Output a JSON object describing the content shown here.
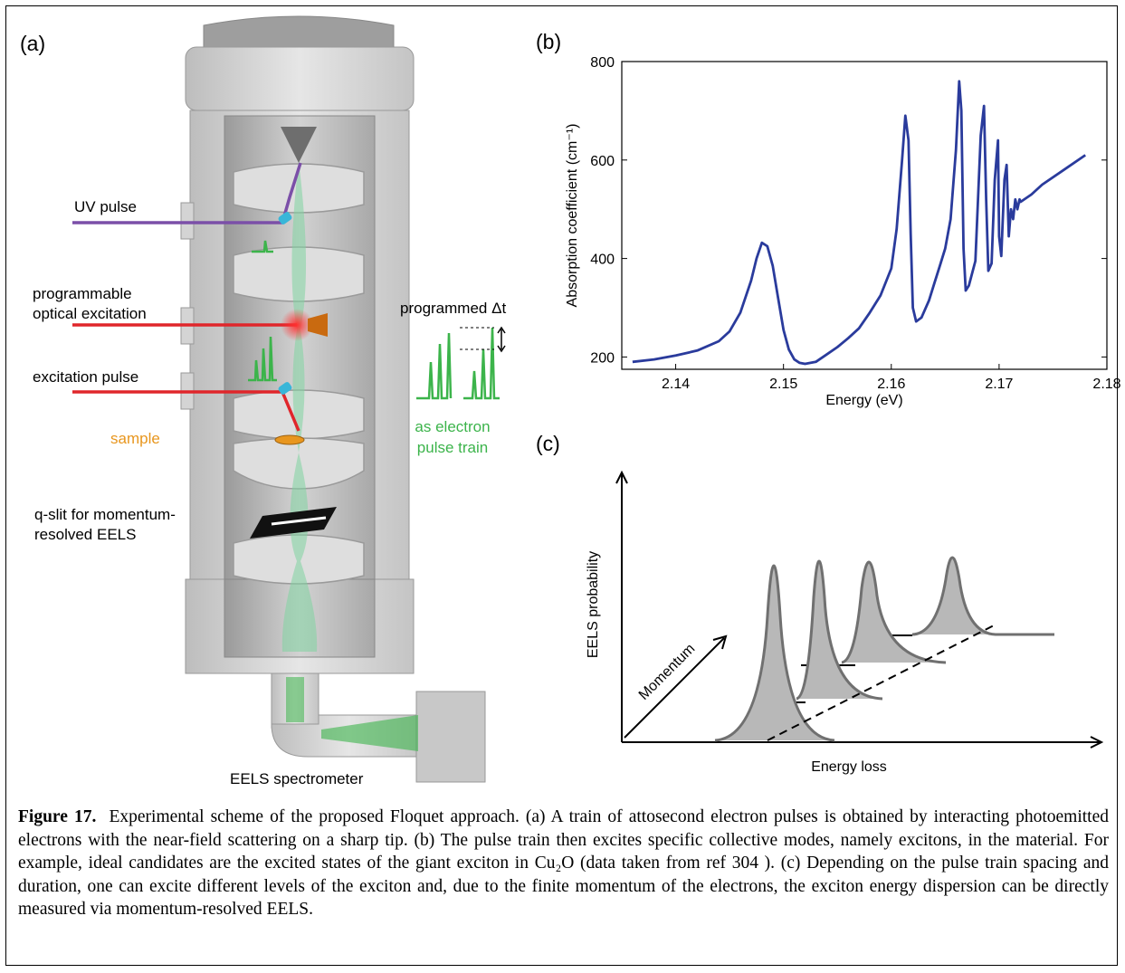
{
  "panel_a": {
    "label": "(a)",
    "uv_pulse": "UV pulse",
    "prog_line1": "programmable",
    "prog_line2": "optical excitation",
    "excitation_pulse": "excitation pulse",
    "sample": "sample",
    "qslit_line1": "q-slit for momentum-",
    "qslit_line2": "resolved EELS",
    "programmed_dt": "programmed Δt",
    "train_line1": "as electron",
    "train_line2": "pulse train",
    "spectrometer": "EELS spectrometer",
    "colors": {
      "uv": "#7b4fa8",
      "red": "#e0262b",
      "green": "#3cb44b",
      "sample": "#e8961e",
      "gray": "#c8c8c8"
    }
  },
  "panel_b": {
    "label": "(b)",
    "chart_data": {
      "type": "line",
      "xlabel": "Energy (eV)",
      "ylabel": "Absorption coefficient (cm⁻¹)",
      "xlim": [
        2.135,
        2.18
      ],
      "ylim": [
        175,
        800
      ],
      "xticks": [
        "2.14",
        "2.15",
        "2.16",
        "2.17",
        "2.18"
      ],
      "yticks": [
        "200",
        "400",
        "600",
        "800"
      ],
      "color": "#2a3b9c",
      "series": [
        {
          "x": [
            2.136,
            2.138,
            2.14,
            2.142,
            2.144,
            2.145,
            2.146,
            2.147,
            2.1475,
            2.148,
            2.1485,
            2.149,
            2.1495,
            2.15,
            2.1505,
            2.151,
            2.1515,
            2.152,
            2.153,
            2.154,
            2.155,
            2.156,
            2.157,
            2.158,
            2.159,
            2.16,
            2.1605,
            2.161,
            2.1613,
            2.1616,
            2.1618,
            2.162,
            2.1623,
            2.1628,
            2.1635,
            2.164,
            2.1645,
            2.165,
            2.1655,
            2.166,
            2.1663,
            2.1665,
            2.1667,
            2.1669,
            2.1672,
            2.1678,
            2.1683,
            2.1686,
            2.1688,
            2.169,
            2.1693,
            2.1696,
            2.1699,
            2.17,
            2.1702,
            2.1705,
            2.1707,
            2.1709,
            2.1711,
            2.1713,
            2.1715,
            2.1717,
            2.1719,
            2.172,
            2.173,
            2.174,
            2.176,
            2.178
          ],
          "y": [
            190,
            195,
            203,
            213,
            232,
            252,
            290,
            355,
            400,
            432,
            425,
            385,
            320,
            255,
            215,
            195,
            188,
            186,
            190,
            205,
            220,
            238,
            258,
            290,
            325,
            380,
            460,
            600,
            690,
            640,
            450,
            300,
            272,
            280,
            315,
            350,
            385,
            420,
            480,
            620,
            760,
            700,
            420,
            335,
            345,
            395,
            650,
            710,
            520,
            375,
            390,
            560,
            640,
            445,
            405,
            560,
            590,
            445,
            500,
            480,
            520,
            500,
            520,
            515,
            530,
            550,
            580,
            610
          ]
        }
      ]
    }
  },
  "panel_c": {
    "label": "(c)",
    "xlabel": "Energy loss",
    "ylabel": "EELS probability",
    "momentum": "Momentum"
  },
  "caption": {
    "bold": "Figure 17.",
    "text": "Experimental scheme of the proposed Floquet approach. (a) A train of attosecond electron pulses is obtained by interacting photoemitted electrons with the near-field scattering on a sharp tip. (b) The pulse train then excites specific collective modes, namely excitons, in the material. For example, ideal candidates are the excited states of the giant exciton in Cu₂O (data taken from ref 304 ). (c) Depending on the pulse train spacing and duration, one can excite different levels of the exciton and, due to the finite momentum of the electrons, the exciton energy dispersion can be directly measured via momentum-resolved EELS."
  }
}
